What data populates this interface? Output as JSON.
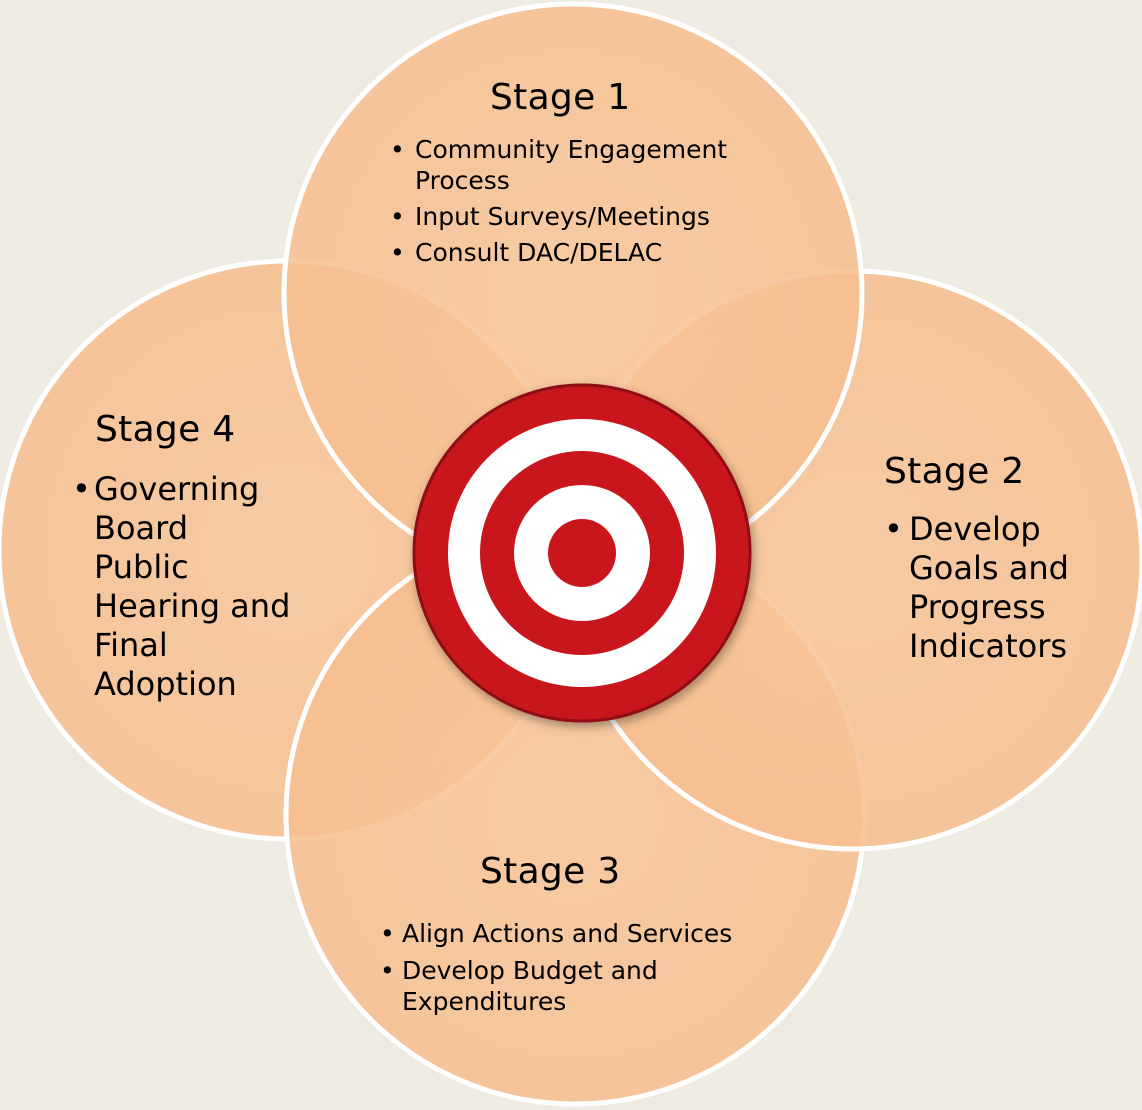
{
  "colors": {
    "background": "#eeebe2",
    "circle_fill": "#f8c498",
    "circle_stroke": "#ffffff",
    "target_red": "#c8141e",
    "target_white": "#ffffff"
  },
  "icons": {
    "center": "target-icon"
  },
  "stages": {
    "stage1": {
      "title": "Stage 1",
      "bullet": "•",
      "items": [
        "Community Engagement Process",
        "Input Surveys/Meetings",
        "Consult DAC/DELAC"
      ]
    },
    "stage2": {
      "title": "Stage 2",
      "bullet": "•",
      "items": [
        "Develop Goals and Progress Indicators"
      ]
    },
    "stage3": {
      "title": "Stage 3",
      "bullet": "•",
      "items": [
        "Align Actions and Services",
        "Develop Budget and Expenditures"
      ]
    },
    "stage4": {
      "title": "Stage 4",
      "bullet": "•",
      "items": [
        " Governing Board Public Hearing and Final Adoption"
      ]
    }
  }
}
